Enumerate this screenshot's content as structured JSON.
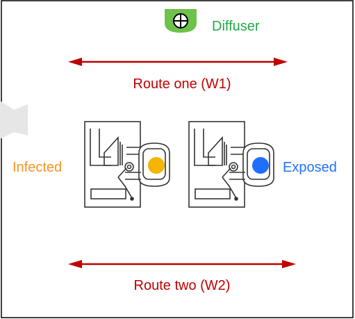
{
  "diffuser": {
    "label": "Diffuser",
    "icon": "crosshair-vent-icon",
    "color": "#1fa84a",
    "fill": "#6cc24a"
  },
  "route_one": {
    "label": "Route one (W1)",
    "color": "#c00000"
  },
  "route_two": {
    "label": "Route two (W2)",
    "color": "#c00000"
  },
  "infected": {
    "label": "Infected",
    "color": "#f7941d",
    "dot_color": "#f5b400"
  },
  "exposed": {
    "label": "Exposed",
    "color": "#1f6fff",
    "dot_color": "#1f6fff"
  },
  "colors": {
    "frame": "#000000",
    "door_shadow": "#e6e6e6",
    "stroke": "#333333"
  }
}
